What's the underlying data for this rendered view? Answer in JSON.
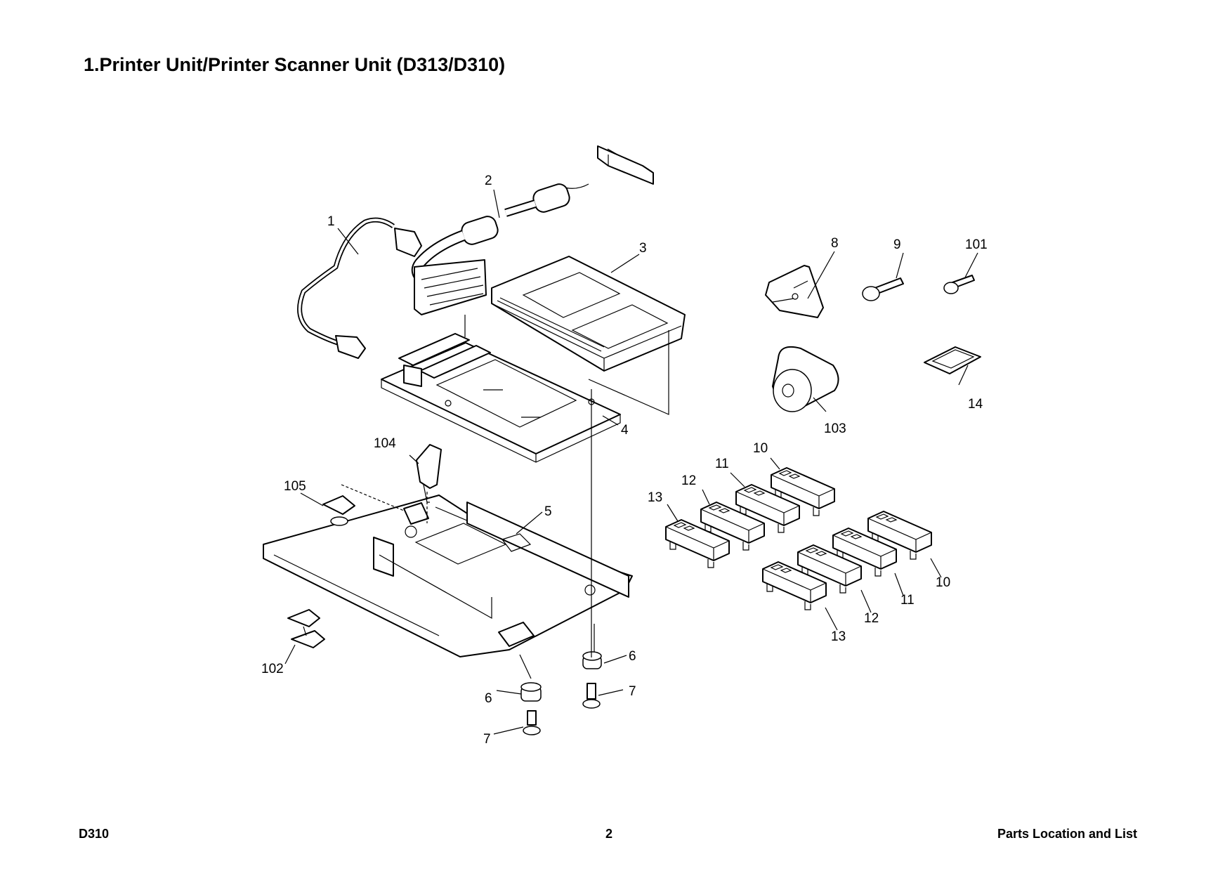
{
  "page": {
    "title": "1.Printer Unit/Printer Scanner Unit (D313/D310)",
    "footer_left": "D310",
    "footer_center": "2",
    "footer_right": "Parts Location and List"
  },
  "callouts": {
    "c1": "1",
    "c2": "2",
    "c3": "3",
    "c4": "4",
    "c5": "5",
    "c6a": "6",
    "c6b": "6",
    "c7a": "7",
    "c7b": "7",
    "c8": "8",
    "c9": "9",
    "c101": "101",
    "c14": "14",
    "c103": "103",
    "c10a": "10",
    "c11a": "11",
    "c12a": "12",
    "c13a": "13",
    "c10b": "10",
    "c11b": "11",
    "c12b": "12",
    "c13b": "13",
    "c104": "104",
    "c105": "105",
    "c102": "102"
  }
}
